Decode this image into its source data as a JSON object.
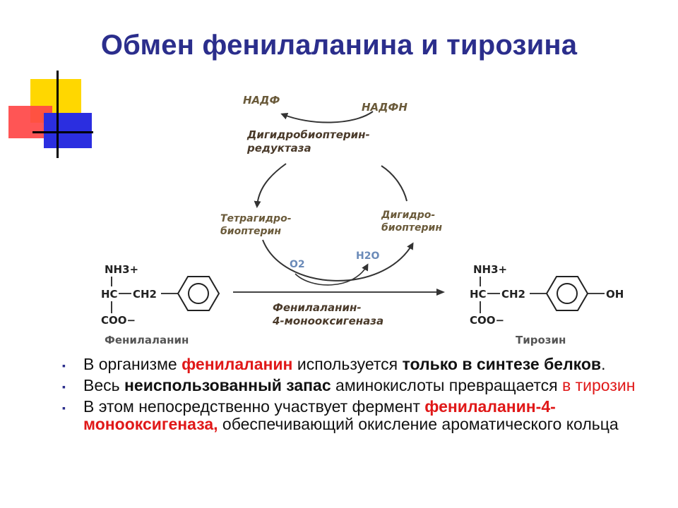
{
  "title": "Обмен фенилаланина и тирозина",
  "diagram": {
    "nadp": "НАДФ",
    "nadph": "НАДФН",
    "reductase_line1": "Дигидробиоптерин-",
    "reductase_line2": "редуктаза",
    "thb_line1": "Тетрагидро-",
    "thb_line2": "биоптерин",
    "dhb_line1": "Дигидро-",
    "dhb_line2": "биоптерин",
    "o2": "O2",
    "h2o": "H2O",
    "enzyme_line1": "Фенилаланин-",
    "enzyme_line2": "4-монооксигеназа",
    "phe_nh3": "NH3+",
    "phe_hc": "HC",
    "phe_ch2": "CH2",
    "phe_coo": "COO−",
    "phe_name": "Фенилаланин",
    "tyr_nh3": "NH3+",
    "tyr_hc": "HC",
    "tyr_ch2": "CH2",
    "tyr_coo": "COO−",
    "tyr_oh": "OH",
    "tyr_name": "Тирозин"
  },
  "bullets": [
    {
      "p1": "В организме ",
      "p2": "фенилаланин",
      "p3": " используется ",
      "p4": "только в синтезе белков",
      "p5": "."
    },
    {
      "p1": "Весь ",
      "p2": "неиспользованный запас",
      "p3": " аминокислоты превращается ",
      "p4": "в тирозин"
    },
    {
      "p1": "В этом непосредственно участвует фермент ",
      "p2": "фенилаланин-4-монооксигеназа,",
      "p3": " обеспечивающий окисление ароматического кольца"
    }
  ],
  "bullet_marker": "▪",
  "colors": {
    "title": "#2b2e8c",
    "highlight_red": "#e01818",
    "deco_yellow": "#ffd700",
    "deco_red": "#ff4646",
    "deco_blue": "#2b2ee0"
  }
}
